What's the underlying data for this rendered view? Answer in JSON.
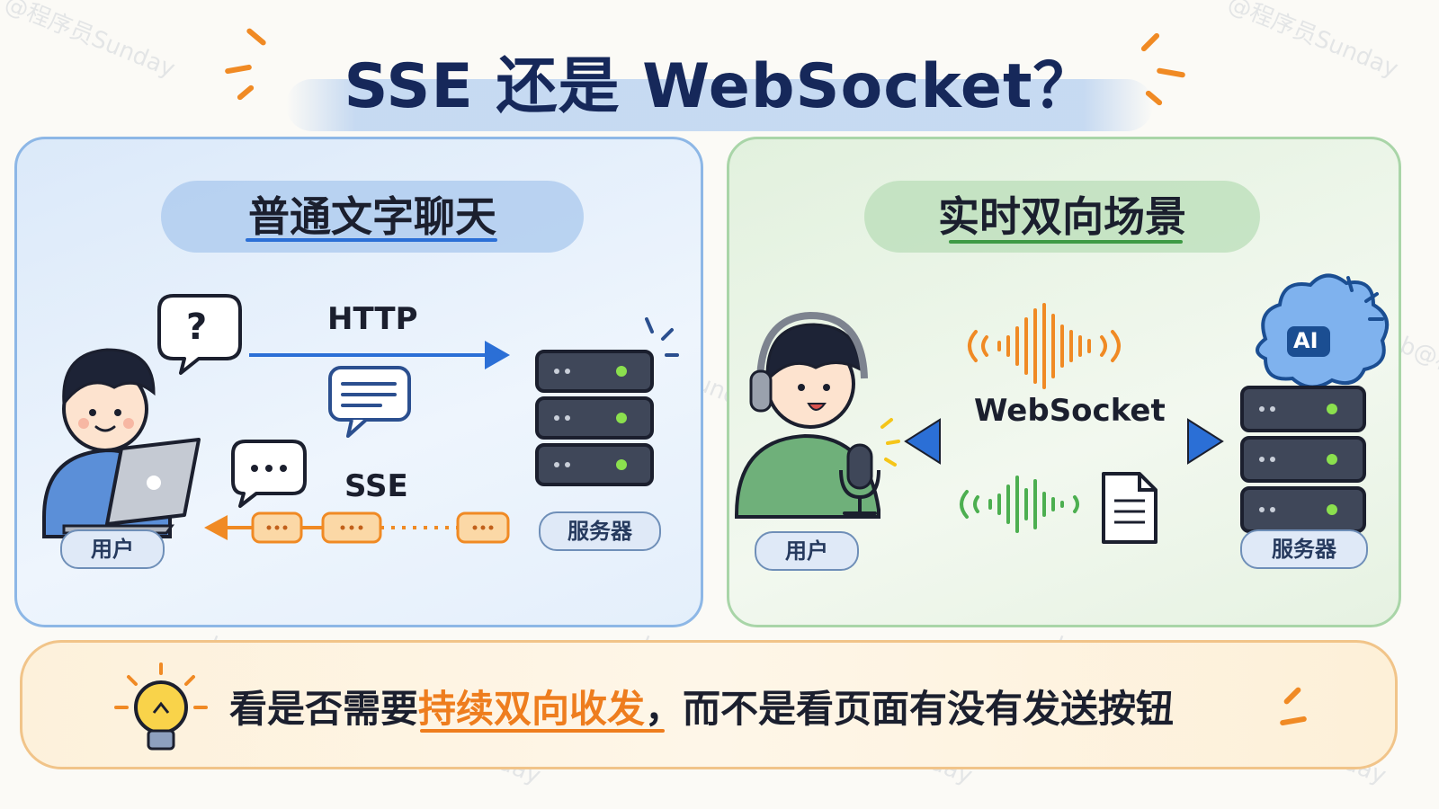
{
  "title": "SSE 还是 WebSocket？",
  "watermark": {
    "text_a": "@程序员Sunday",
    "text_b": "lgdsunday.club@程序员Sunday"
  },
  "left_panel": {
    "heading": "普通文字聊天",
    "user_label": "用户",
    "server_label": "服务器",
    "http_label": "HTTP",
    "sse_label": "SSE",
    "question_mark": "?",
    "dots": "···"
  },
  "right_panel": {
    "heading": "实时双向场景",
    "user_label": "用户",
    "server_label": "服务器",
    "websocket_label": "WebSocket",
    "ai_label": "AI"
  },
  "banner": {
    "prefix": "看是否需要",
    "highlight": "持续双向收发",
    "suffix": "，而不是看页面有没有发送按钮"
  },
  "colors": {
    "blue_accent": "#2b6fd6",
    "orange_accent": "#f08a24",
    "green_accent": "#4caf50",
    "title_color": "#16285a"
  }
}
